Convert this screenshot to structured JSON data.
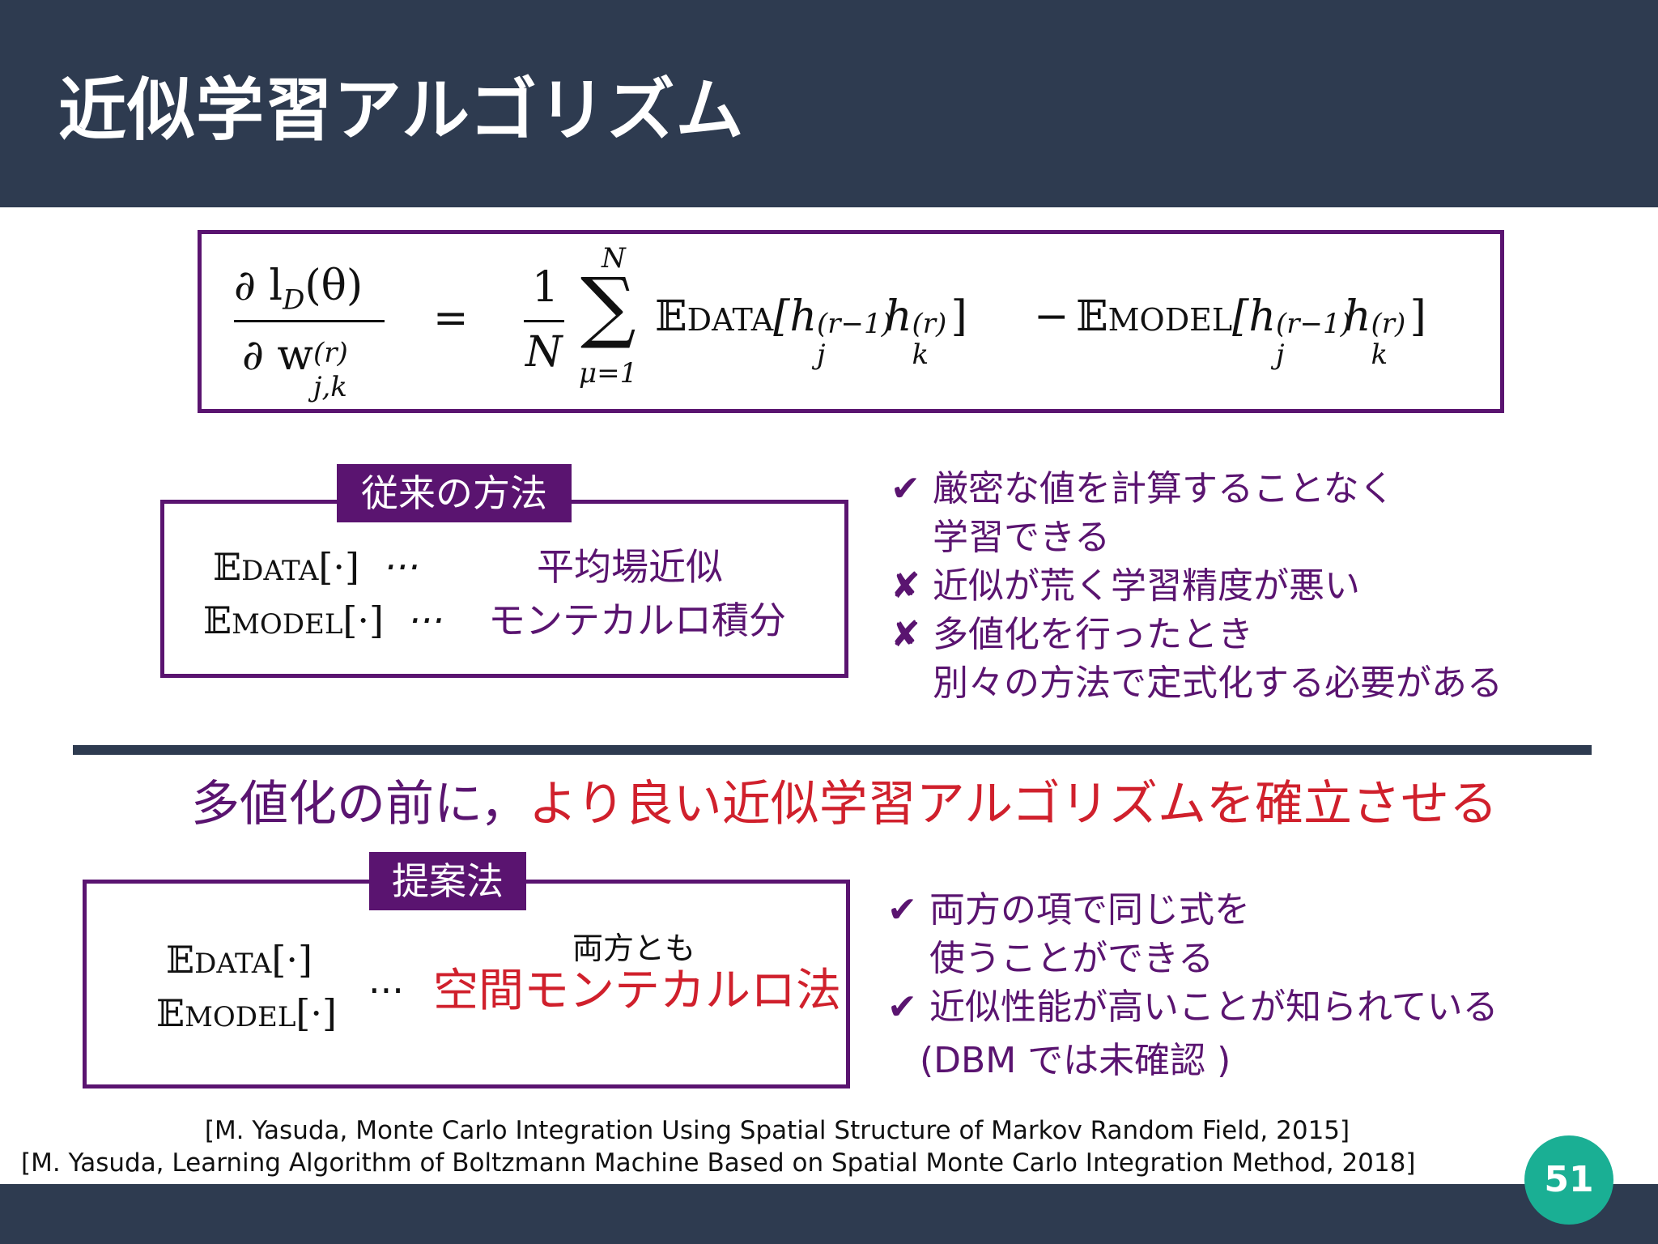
{
  "header": {
    "title": "近似学習アルゴリズム"
  },
  "formula": {
    "lhs_num": "∂ l",
    "lhs_num_sub": "D",
    "lhs_num_tail": "(θ)",
    "lhs_den": "∂ w",
    "lhs_den_sup": "(r)",
    "lhs_den_sub": "j,k",
    "equals": "=",
    "coef_num": "1",
    "coef_den": "N",
    "sum_top": "N",
    "sum_symbol": "∑",
    "sum_bottom": "μ=1",
    "e_data": "𝔼",
    "e_data_sub": "DATA",
    "term_open": "[h",
    "sup1": "(r−1)",
    "sub_j": "j",
    "h": "h",
    "sup2": "(r)",
    "sub_k": "k",
    "term_close": "]",
    "minus": "−",
    "e_model": "𝔼",
    "e_model_sub": "MODEL"
  },
  "conventional": {
    "label": "従来の方法",
    "rows": [
      {
        "op": "𝔼",
        "sub": "DATA",
        "arg": "[·]",
        "dots": "···",
        "method": "平均場近似"
      },
      {
        "op": "𝔼",
        "sub": "MODEL",
        "arg": "[·]",
        "dots": "···",
        "method": "モンテカルロ積分"
      }
    ]
  },
  "conventional_points": [
    {
      "mark": "✔",
      "lines": [
        "厳密な値を計算することなく",
        "学習できる"
      ]
    },
    {
      "mark": "✘",
      "lines": [
        "近似が荒く学習精度が悪い"
      ]
    },
    {
      "mark": "✘",
      "lines": [
        "多値化を行ったとき",
        "別々の方法で定式化する必要がある"
      ]
    }
  ],
  "goal": {
    "prefix": "多値化の前に，",
    "highlight": "より良い近似学習アルゴリズムを確立させる"
  },
  "proposed": {
    "label": "提案法",
    "row1": {
      "op": "𝔼",
      "sub": "DATA",
      "arg": "[·]"
    },
    "row2": {
      "op": "𝔼",
      "sub": "MODEL",
      "arg": "[·]"
    },
    "dots": "···",
    "note": "両方とも",
    "method": "空間モンテカルロ法"
  },
  "proposed_points": [
    {
      "mark": "✔",
      "lines": [
        "両方の項で同じ式を",
        "使うことができる"
      ]
    },
    {
      "mark": "✔",
      "lines": [
        "近似性能が高いことが知られている"
      ]
    },
    {
      "mark": "",
      "lines": [
        "(DBM では未確認 )"
      ]
    }
  ],
  "references": [
    "[M. Yasuda, Monte Carlo Integration Using Spatial Structure of Markov Random Field, 2015]",
    "[M. Yasuda, Learning Algorithm of Boltzmann Machine Based on Spatial Monte Carlo Integration Method, 2018]"
  ],
  "page_number": "51",
  "colors": {
    "header": "#2e3b50",
    "accent": "#5a1470",
    "highlight": "#d0202c",
    "badge": "#1aaf94"
  }
}
